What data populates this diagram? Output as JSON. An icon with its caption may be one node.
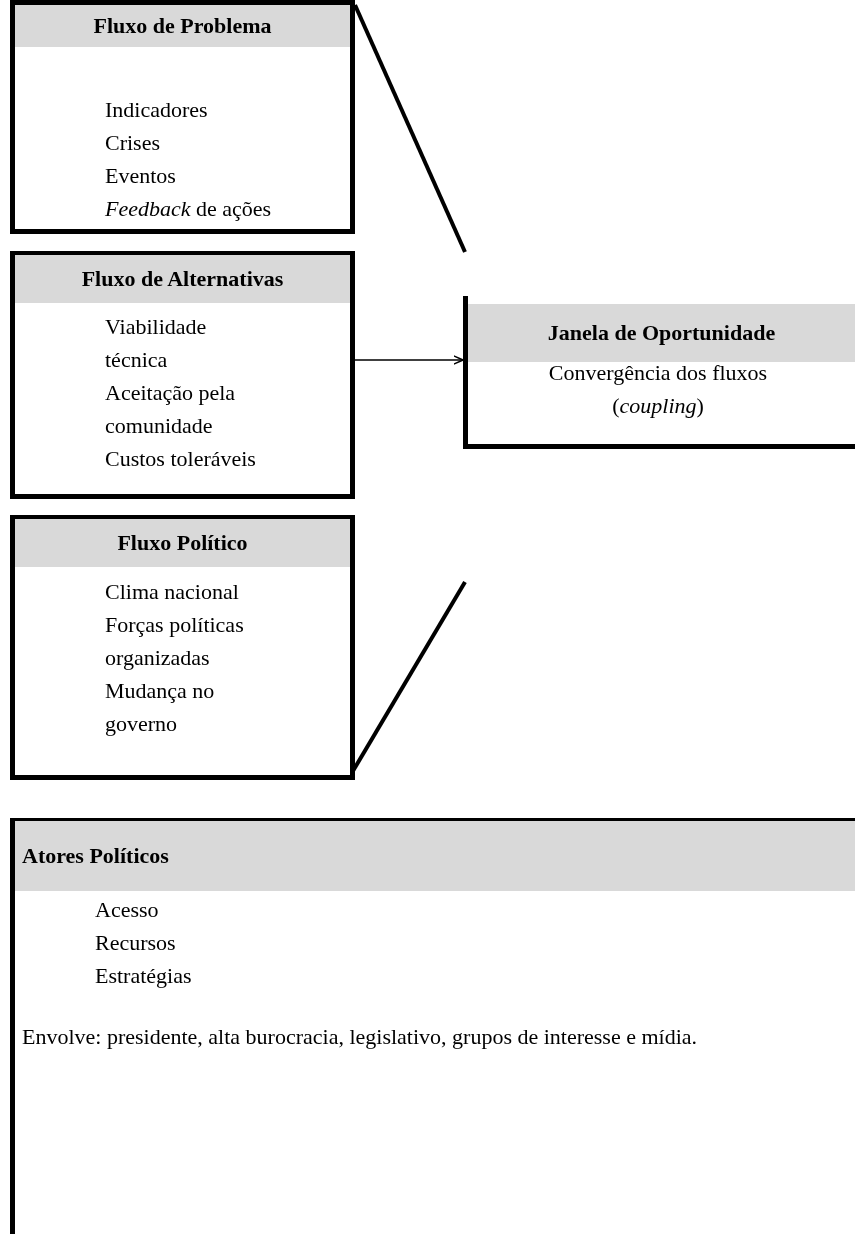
{
  "diagram": {
    "nodes": [
      {
        "text": [
          "Fluxo de Problema",
          "Indicadores",
          "Crises",
          "Eventos",
          "*Feedback* de ações"
        ]
      },
      {
        "text": [
          "Fluxo de Alternativas",
          "Viabilidade técnica",
          "Aceitação pela comunidade",
          "Custos toleráveis"
        ]
      },
      {
        "text": [
          "Fluxo Político",
          "Clima nacional",
          "Forças políticas organizadas",
          "Mudança no governo"
        ]
      },
      {
        "text": [
          "Janela de Oportunidade",
          "Convergência dos fluxos (*coupling*)"
        ]
      },
      {
        "text": [
          "Atores Políticos",
          "Acesso",
          "Recursos",
          "Estratégias",
          "Envolve: presidente, alta burocracia, legislativo, grupos de interesse e mídia."
        ]
      }
    ],
    "edges": [
      {
        "from": 1,
        "to": 3,
        "arrow": "to"
      }
    ]
  }
}
